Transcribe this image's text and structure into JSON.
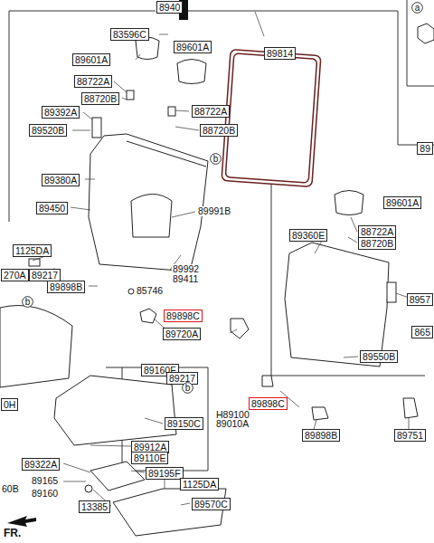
{
  "diagram": {
    "nodes": [
      {
        "text": [
          "8940"
        ]
      },
      {
        "text": [
          "a"
        ]
      },
      {
        "text": [
          "83596C"
        ]
      },
      {
        "text": [
          "89601A"
        ]
      },
      {
        "text": [
          "89814"
        ]
      },
      {
        "text": [
          "89601A"
        ]
      },
      {
        "text": [
          "88722A"
        ]
      },
      {
        "text": [
          "88720B"
        ]
      },
      {
        "text": [
          "89392A"
        ]
      },
      {
        "text": [
          "88722A"
        ]
      },
      {
        "text": [
          "89520B"
        ]
      },
      {
        "text": [
          "88720B"
        ]
      },
      {
        "text": [
          "89"
        ]
      },
      {
        "text": [
          "b"
        ]
      },
      {
        "text": [
          "89380A"
        ]
      },
      {
        "text": [
          "89601A"
        ]
      },
      {
        "text": [
          "89450"
        ]
      },
      {
        "text": [
          "89360E"
        ]
      },
      {
        "text": [
          "88722A"
        ]
      },
      {
        "text": [
          "88720B"
        ]
      },
      {
        "text": [
          "1125DA"
        ]
      },
      {
        "text": [
          "270A"
        ]
      },
      {
        "text": [
          "89217"
        ]
      },
      {
        "text": [
          "8957"
        ]
      },
      {
        "text": [
          "89898B"
        ]
      },
      {
        "text": [
          "b"
        ]
      },
      {
        "text": [
          "89898C"
        ]
      },
      {
        "text": [
          "865"
        ]
      },
      {
        "text": [
          "89720A"
        ]
      },
      {
        "text": [
          "89550B"
        ]
      },
      {
        "text": [
          "89160F"
        ]
      },
      {
        "text": [
          "89217"
        ]
      },
      {
        "text": [
          "b"
        ]
      },
      {
        "text": [
          "0H"
        ]
      },
      {
        "text": [
          "89898C"
        ]
      },
      {
        "text": [
          "89150C"
        ]
      },
      {
        "text": [
          "89898B"
        ]
      },
      {
        "text": [
          "89751"
        ]
      },
      {
        "text": [
          "89912A"
        ]
      },
      {
        "text": [
          "89110E"
        ]
      },
      {
        "text": [
          "89322A"
        ]
      },
      {
        "text": [
          "89195F"
        ]
      },
      {
        "text": [
          "1125DA"
        ]
      },
      {
        "text": [
          "13385"
        ]
      },
      {
        "text": [
          "89570C"
        ]
      }
    ],
    "edges": [],
    "labels": [
      "89991B",
      "89992",
      "89411",
      "85746",
      "H89100",
      "89010A",
      "89165",
      "60B",
      "89160",
      "FR."
    ]
  }
}
